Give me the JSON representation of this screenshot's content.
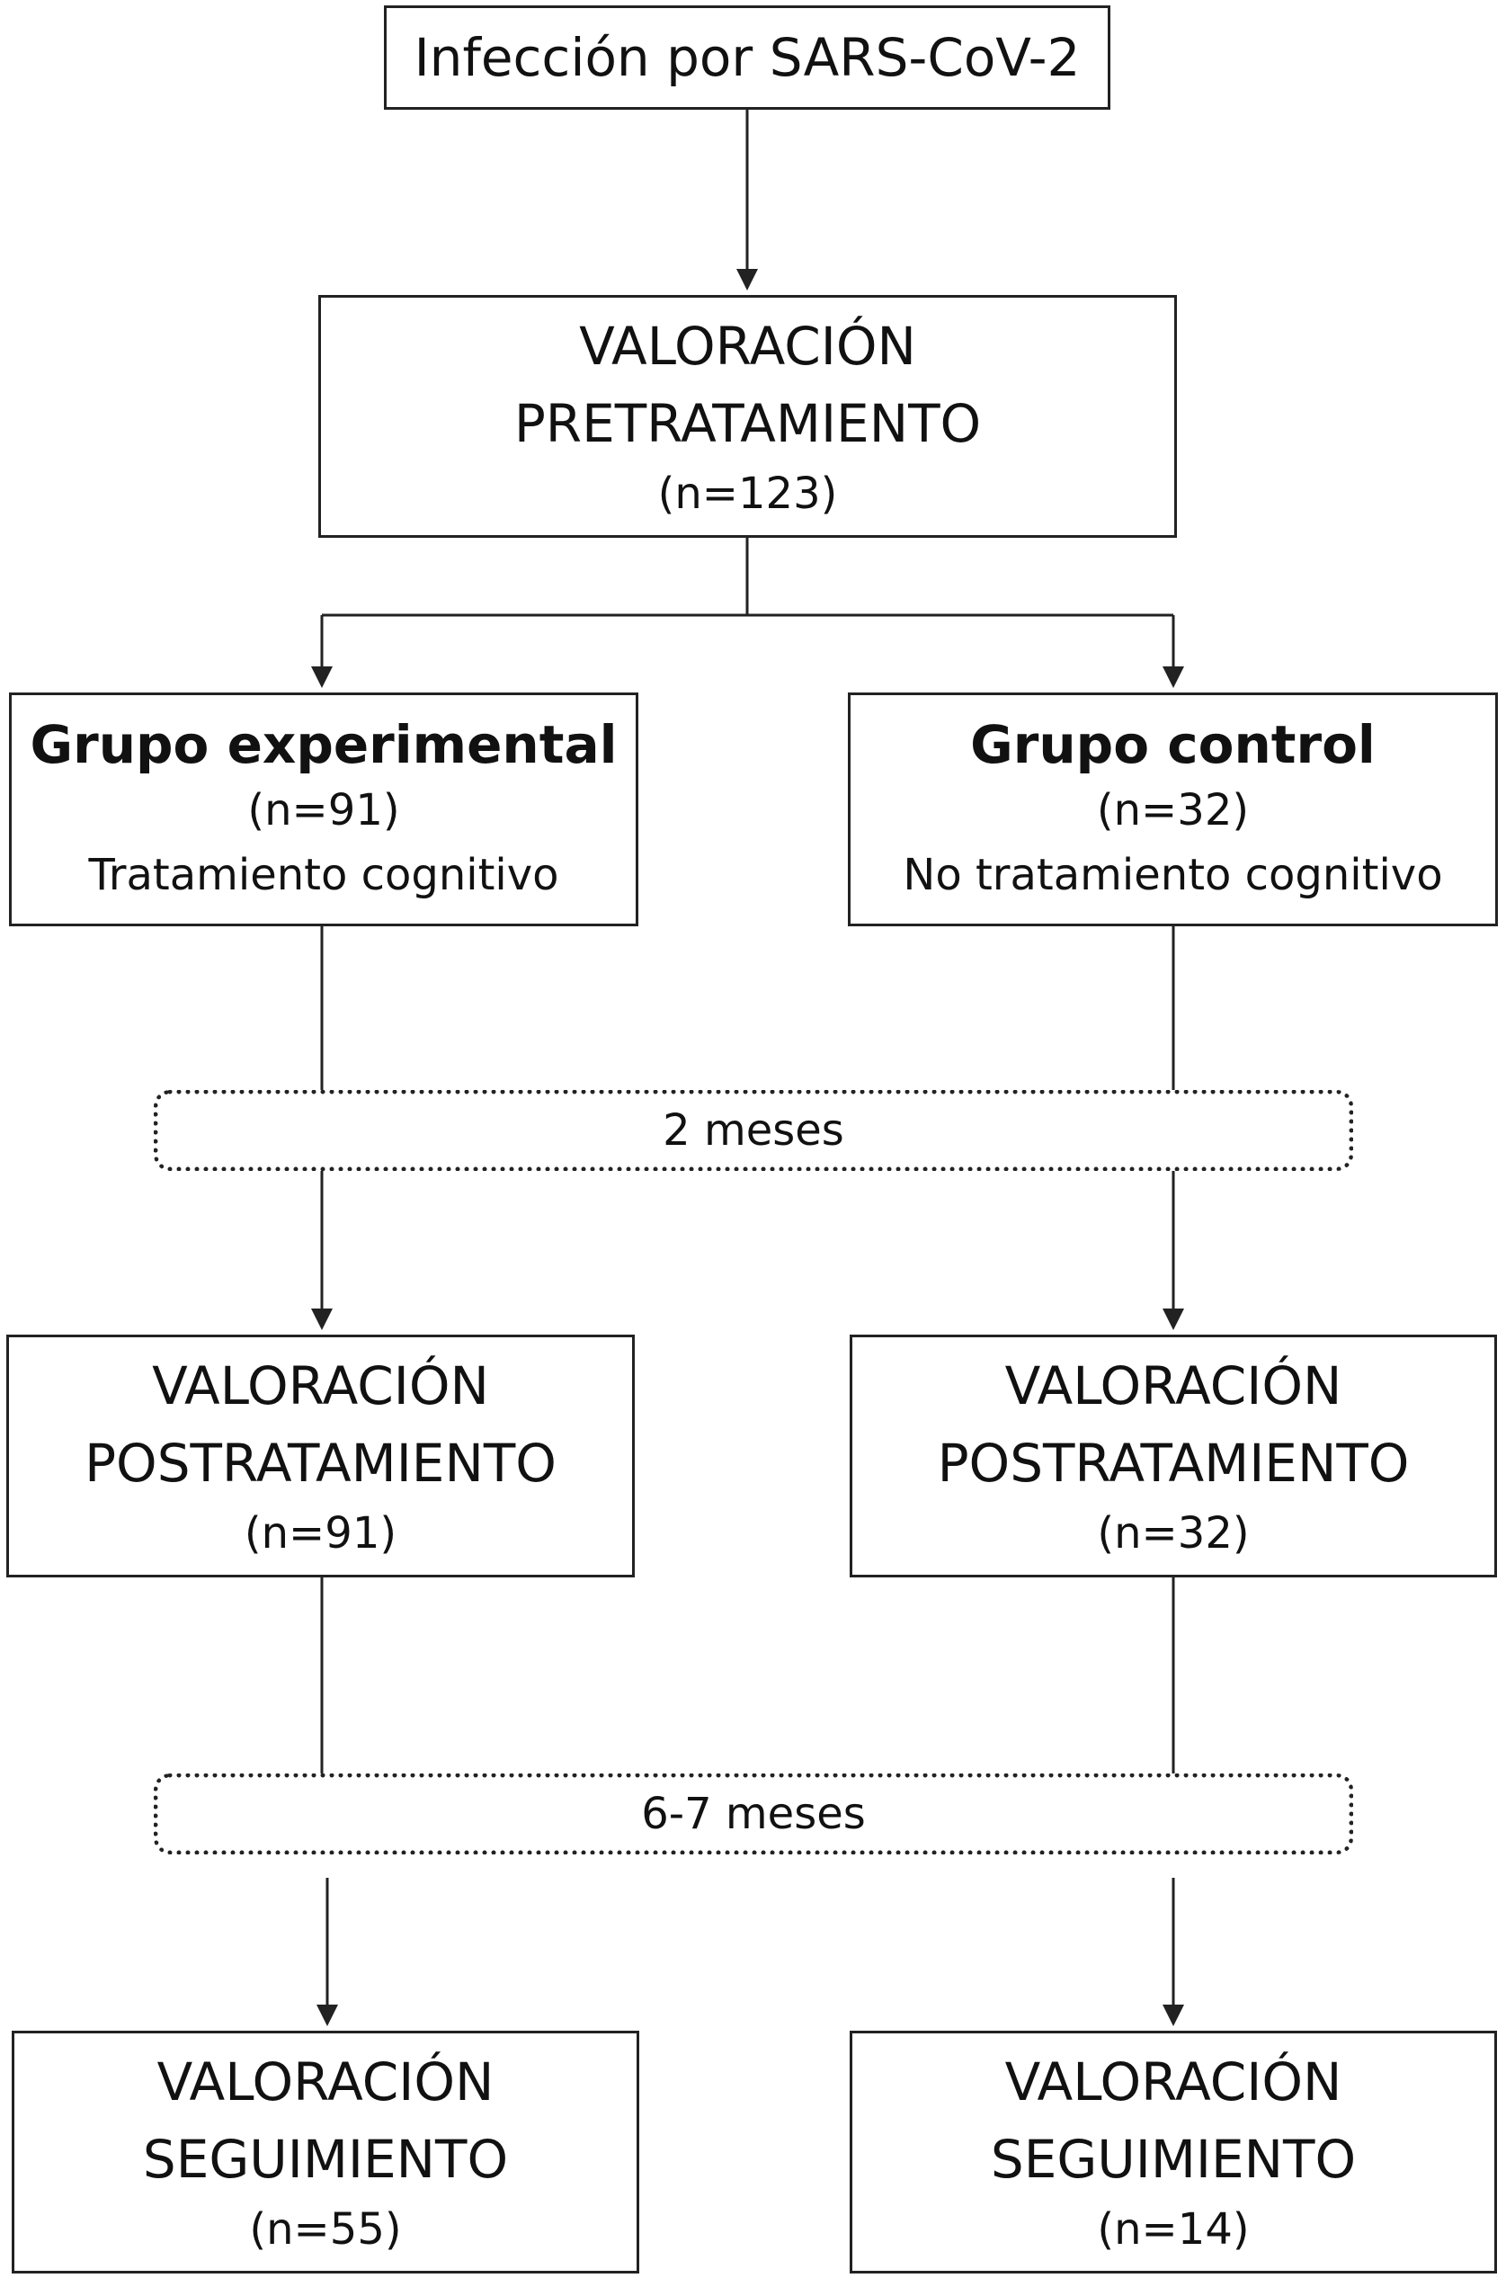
{
  "infection": {
    "label": "Infección por SARS-CoV-2"
  },
  "pretreatment": {
    "line1": "VALORACIÓN",
    "line2": "PRETRATAMIENTO",
    "n": "(n=123)"
  },
  "experimental": {
    "title": "Grupo experimental",
    "n": "(n=91)",
    "description": "Tratamiento cognitivo"
  },
  "control": {
    "title": "Grupo control",
    "n": "(n=32)",
    "description": "No tratamiento cognitivo"
  },
  "interval1": {
    "label": "2 meses"
  },
  "post_experimental": {
    "line1": "VALORACIÓN",
    "line2": "POSTRATAMIENTO",
    "n": "(n=91)"
  },
  "post_control": {
    "line1": "VALORACIÓN",
    "line2": "POSTRATAMIENTO",
    "n": "(n=32)"
  },
  "interval2": {
    "label": "6-7 meses"
  },
  "follow_experimental": {
    "line1": "VALORACIÓN",
    "line2": "SEGUIMIENTO",
    "n": "(n=55)"
  },
  "follow_control": {
    "line1": "VALORACIÓN",
    "line2": "SEGUIMIENTO",
    "n": "(n=14)"
  },
  "colors": {
    "line": "#222222",
    "background": "#ffffff",
    "text": "#111111"
  }
}
